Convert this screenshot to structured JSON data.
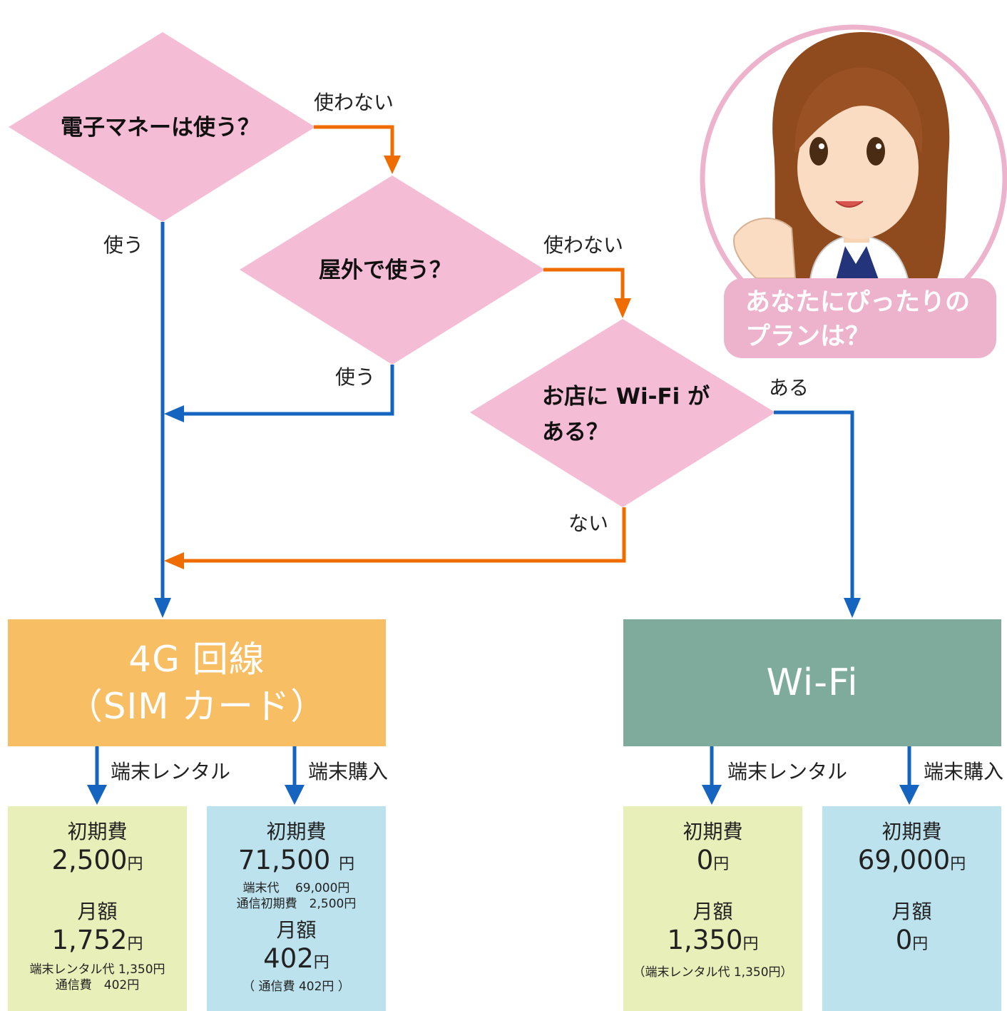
{
  "questions": {
    "q1": "電子マネーは使う？",
    "q2": "屋外で使う？",
    "q3_line1": "お店に Wi-Fi が",
    "q3_line2": "ある？"
  },
  "edge_labels": {
    "q1_no": "使わない",
    "q1_yes": "使う",
    "q2_no": "使わない",
    "q2_yes": "使う",
    "q3_yes": "ある",
    "q3_no": "ない"
  },
  "callout": {
    "line1": "あなたにぴったりの",
    "line2": "プランは？"
  },
  "plans": {
    "sim": {
      "line1": "4G 回線",
      "line2": "（SIM カード）"
    },
    "wifi": {
      "label": "Wi-Fi"
    }
  },
  "option_labels": {
    "sim_rental": "端末レンタル",
    "sim_purchase": "端末購入",
    "wifi_rental": "端末レンタル",
    "wifi_purchase": "端末購入"
  },
  "cost_boxes": {
    "sim_rental": {
      "initial_label": "初期費",
      "initial_value": "2,500",
      "initial_unit": "円",
      "monthly_label": "月額",
      "monthly_value": "1,752",
      "monthly_unit": "円",
      "note1": "端末レンタル代 1,350円",
      "note2": "通信費　402円"
    },
    "sim_purchase": {
      "initial_label": "初期費",
      "initial_value": "71,500",
      "initial_unit": "円",
      "note1": "端末代　 69,000円",
      "note2": "通信初期費　2,500円",
      "monthly_label": "月額",
      "monthly_value": "402",
      "monthly_unit": "円",
      "note3": "（ 通信費 402円 ）"
    },
    "wifi_rental": {
      "initial_label": "初期費",
      "initial_value": "0",
      "initial_unit": "円",
      "monthly_label": "月額",
      "monthly_value": "1,350",
      "monthly_unit": "円",
      "note1": "（端末レンタル代 1,350円）"
    },
    "wifi_purchase": {
      "initial_label": "初期費",
      "initial_value": "69,000",
      "initial_unit": "円",
      "monthly_label": "月額",
      "monthly_value": "0",
      "monthly_unit": "円"
    }
  },
  "colors": {
    "diamond": "#f5bcd6",
    "blue_arrow": "#1565c0",
    "orange_arrow": "#ee6c00",
    "sim_box": "#f8be64",
    "wifi_box": "#7eab9c",
    "rental_box": "#e8efb8",
    "purchase_box": "#bce2ee",
    "callout": "#eeb3cc"
  }
}
